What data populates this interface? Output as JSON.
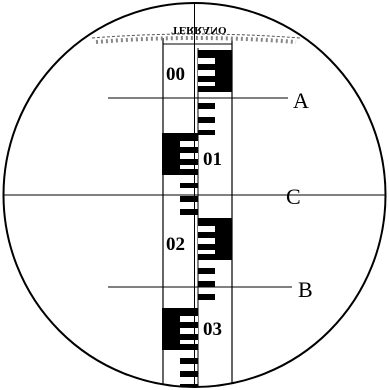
{
  "brand": "TERRANO",
  "staff_numbers": [
    "00",
    "01",
    "02",
    "03"
  ],
  "reticle_labels": {
    "upper_stadia": "A",
    "center": "C",
    "lower_stadia": "B"
  },
  "colors": {
    "background": "#ffffff",
    "ink": "#000000",
    "staff_face": "#ffffff"
  }
}
